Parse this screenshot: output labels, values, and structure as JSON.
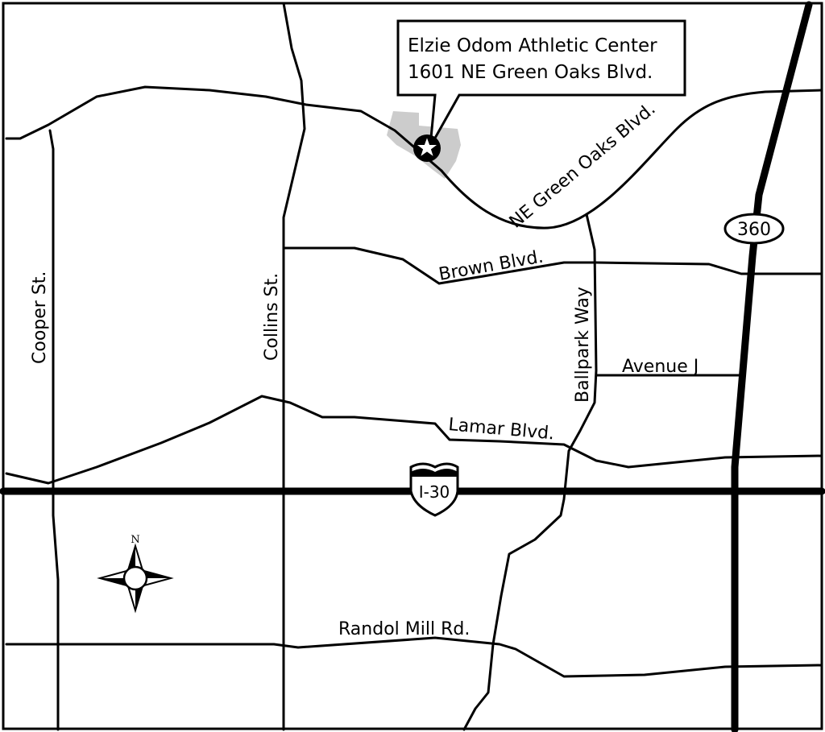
{
  "map": {
    "callout": {
      "name": "Elzie Odom Athletic Center",
      "address": "1601 NE Green Oaks Blvd."
    },
    "roads": {
      "green_oaks": "NE Green Oaks Blvd.",
      "brown": "Brown Blvd.",
      "cooper": "Cooper St.",
      "collins": "Collins St.",
      "ballpark": "Ballpark Way",
      "avenue_j": "Avenue J",
      "lamar": "Lamar Blvd.",
      "randol_mill": "Randol Mill Rd."
    },
    "highways": {
      "sh360": "360",
      "i30": "I-30"
    },
    "compass": {
      "north": "N"
    },
    "colors": {
      "park_fill": "#cccccc",
      "ink": "#000000"
    }
  }
}
